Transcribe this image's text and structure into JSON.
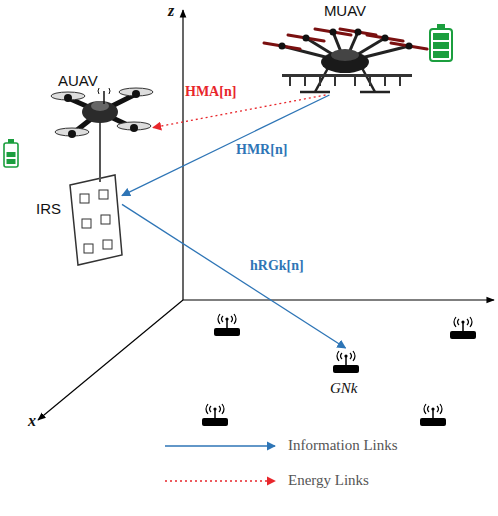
{
  "diagram": {
    "nodes": [
      {
        "text": [
          "MUAV"
        ]
      },
      {
        "text": [
          "AUAV"
        ]
      },
      {
        "text": [
          "IRS"
        ]
      },
      {
        "text": [
          "GNk"
        ]
      }
    ],
    "edges": [
      {
        "from": 0,
        "to": 1,
        "arrow": "to",
        "label": "HMA[n]"
      },
      {
        "from": 0,
        "to": 2,
        "arrow": "to",
        "label": "HMR[n]"
      },
      {
        "from": 2,
        "to": 3,
        "arrow": "to",
        "label": "hRGk[n]"
      }
    ],
    "labels": [
      "z",
      "x"
    ],
    "legend": [
      {
        "text": "Information Links"
      },
      {
        "text": "Energy Links"
      }
    ]
  }
}
